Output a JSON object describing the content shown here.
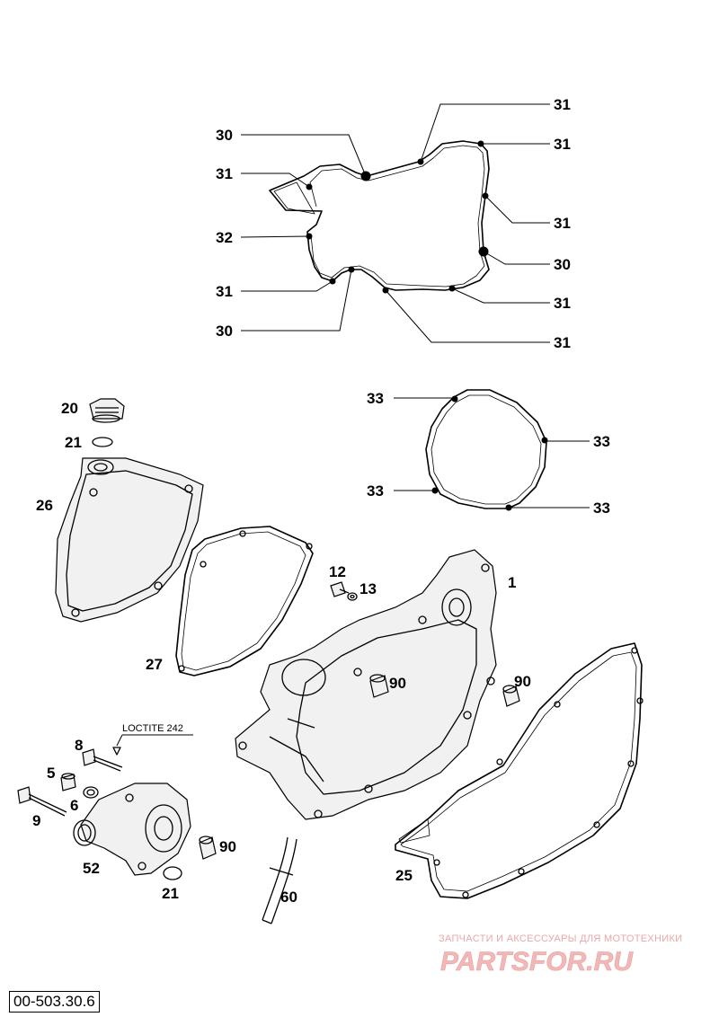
{
  "callouts": {
    "c31a": "31",
    "c30a": "30",
    "c31b": "31",
    "c31c": "31",
    "c32": "32",
    "c31d": "31",
    "c30b": "30",
    "c31e": "31",
    "c30c": "30",
    "c31f": "31",
    "c31g": "31",
    "c33a": "33",
    "c33b": "33",
    "c33c": "33",
    "c33d": "33",
    "c20": "20",
    "c21a": "21",
    "c26": "26",
    "c27": "27",
    "c12": "12",
    "c13": "13",
    "c1": "1",
    "c90a": "90",
    "c90b": "90",
    "c90c": "90",
    "c8": "8",
    "c5": "5",
    "c6": "6",
    "c9": "9",
    "c52": "52",
    "c21b": "21",
    "c60": "60",
    "c25": "25"
  },
  "note": "LOCTITE 242",
  "watermark": {
    "tagline": "ЗАПЧАСТИ И АКСЕССУАРЫ ДЛЯ МОТОТЕХНИКИ",
    "logo": "PARTSFOR.RU"
  },
  "figure_code": "00-503.30.6"
}
